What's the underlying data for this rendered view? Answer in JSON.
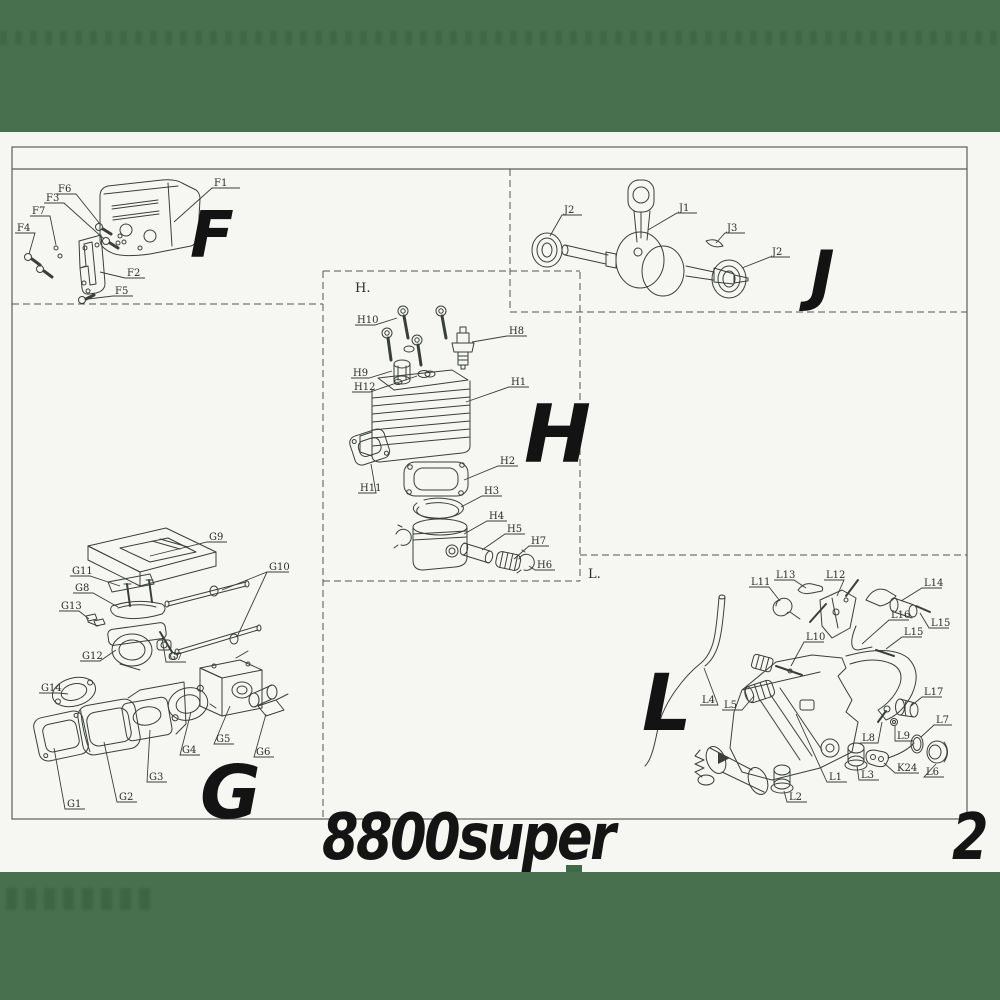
{
  "page": {
    "model_title": "8800super",
    "page_number": "2"
  },
  "colors": {
    "band_green": "#48704f",
    "paper": "#f6f7f3",
    "ink": "#3b3e3a",
    "artifact_green": "#3e6b46"
  },
  "sections": {
    "f": {
      "letter": "F",
      "labels": {
        "f1": "F1",
        "f2": "F2",
        "f3": "F3",
        "f4": "F4",
        "f5": "F5",
        "f6": "F6",
        "f7": "F7"
      }
    },
    "j": {
      "letter": "J",
      "labels": {
        "j1": "J1",
        "j2": "J2",
        "j3": "J3"
      }
    },
    "h": {
      "letter": "H",
      "corner_tag": "H.",
      "labels": {
        "h1": "H1",
        "h2": "H2",
        "h3": "H3",
        "h4": "H4",
        "h5": "H5",
        "h6": "H6",
        "h7": "H7",
        "h8": "H8",
        "h9": "H9",
        "h10": "H10",
        "h11": "H11",
        "h12": "H12"
      }
    },
    "g": {
      "letter": "G",
      "labels": {
        "g1": "G1",
        "g2": "G2",
        "g3": "G3",
        "g4": "G4",
        "g5": "G5",
        "g6": "G6",
        "g7": "G7",
        "g8": "G8",
        "g9": "G9",
        "g10": "G10",
        "g11": "G11",
        "g12": "G12",
        "g13": "G13",
        "g14": "G14"
      }
    },
    "l": {
      "letter": "L",
      "corner_tag": "L.",
      "labels": {
        "l1": "L1",
        "l2": "L2",
        "l3": "L3",
        "l4": "L4",
        "l5": "L5",
        "l6": "L6",
        "l7": "L7",
        "l8": "L8",
        "l9": "L9",
        "l10": "L10",
        "l11": "L11",
        "l12": "L12",
        "l13": "L13",
        "l14": "L14",
        "l15": "L15",
        "l16": "L16",
        "l17": "L17",
        "k24": "K24"
      }
    }
  }
}
